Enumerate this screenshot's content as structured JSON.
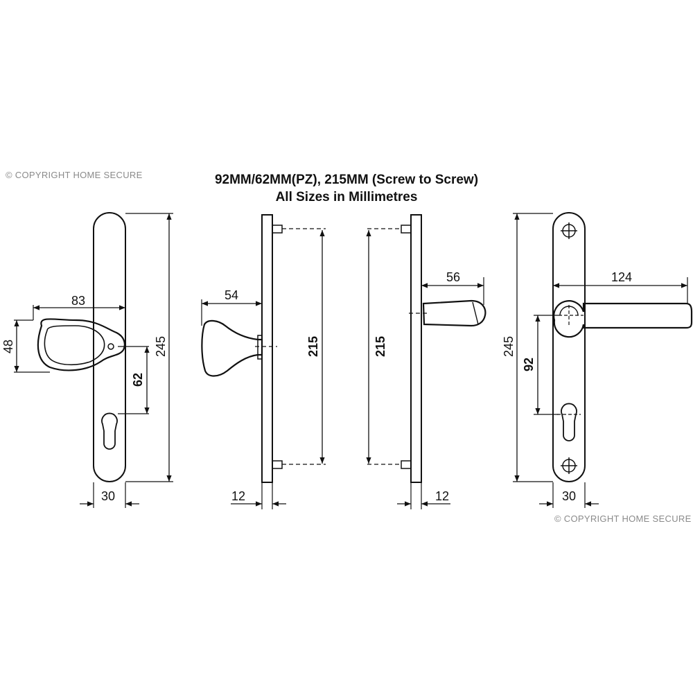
{
  "header": {
    "title_line1": "92MM/62MM(PZ), 215MM (Screw to Screw)",
    "title_line2": "All Sizes in Millimetres"
  },
  "watermarks": {
    "top_left": "© COPYRIGHT HOME SECURE",
    "bottom_right": "© COPYRIGHT HOME SECURE"
  },
  "views": {
    "front_knob": {
      "width_83": "83",
      "knob_height_48": "48",
      "centre_62": "62",
      "height_245": "245",
      "plate_width_30": "30"
    },
    "side_knob": {
      "projection_54": "54",
      "screw_215": "215",
      "thickness_12": "12"
    },
    "side_lever": {
      "projection_56": "56",
      "screw_215": "215",
      "thickness_12": "12"
    },
    "front_lever": {
      "lever_length_124": "124",
      "centre_92": "92",
      "height_245": "245",
      "plate_width_30": "30"
    }
  },
  "colors": {
    "line": "#111111",
    "watermark": "#8a8a8a"
  }
}
